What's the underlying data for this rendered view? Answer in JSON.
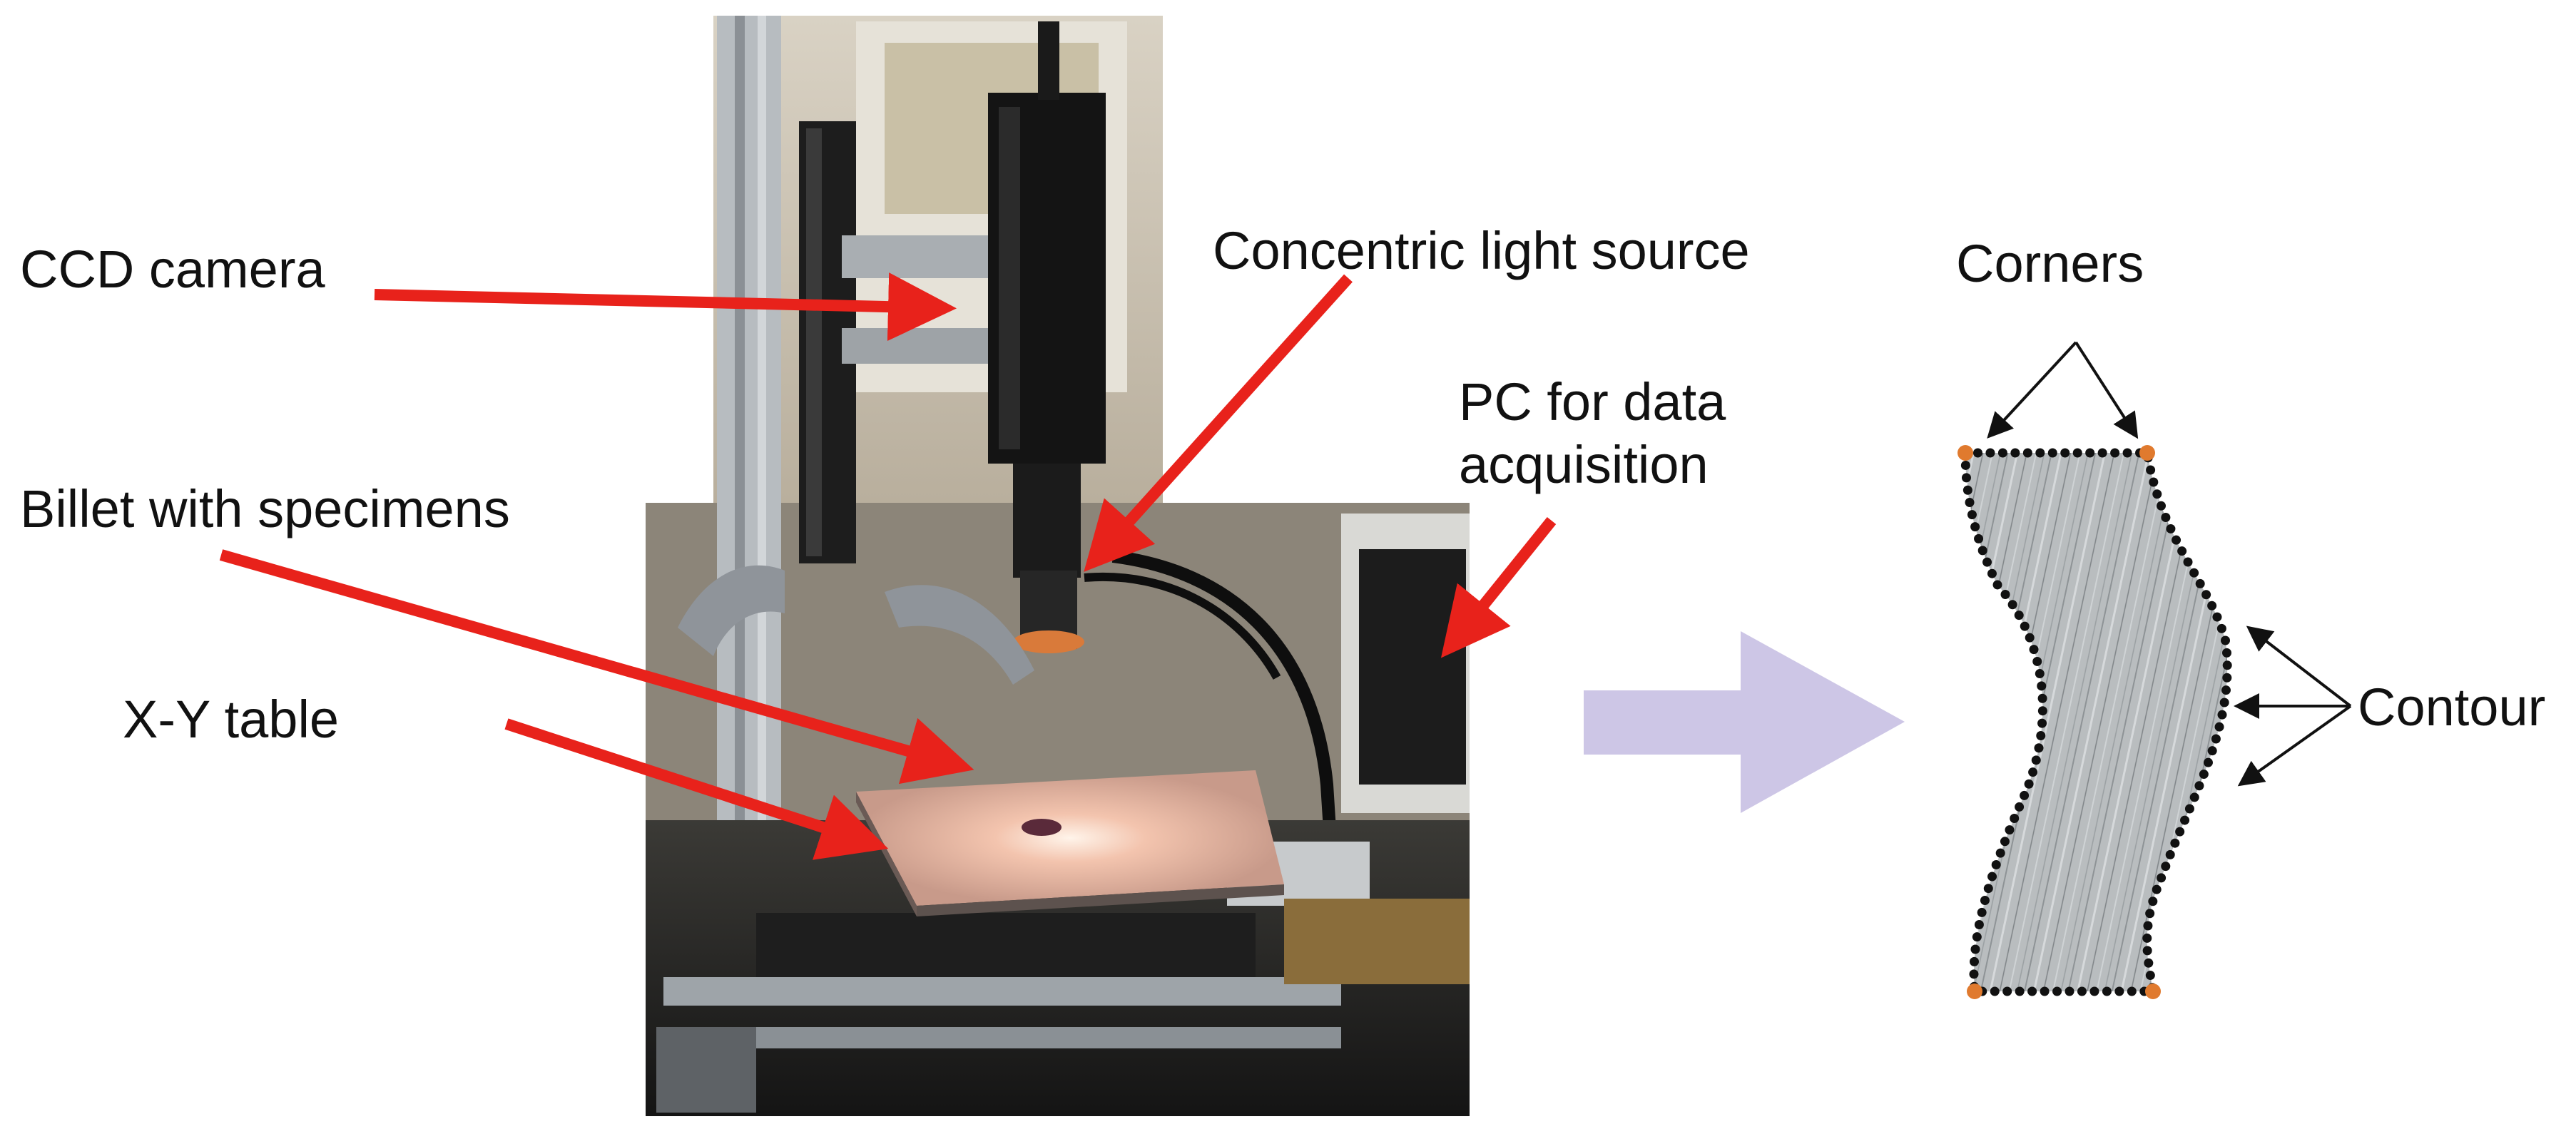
{
  "labels": {
    "ccd_camera": "CCD camera",
    "light_source": "Concentric light source",
    "pc_line1": "PC for data",
    "pc_line2": "acquisition",
    "billet": "Billet with specimens",
    "xy_table": "X-Y table",
    "corners": "Corners",
    "contour": "Contour"
  },
  "colors": {
    "callout_arrow": "#e8221b",
    "process_arrow": "#cdc6e6",
    "contour_dots": "#111111",
    "corner_dots": "#e07a2e",
    "specimen_fill": "#b9bdbf"
  },
  "icons": {
    "process_arrow": "block-right-arrow"
  }
}
